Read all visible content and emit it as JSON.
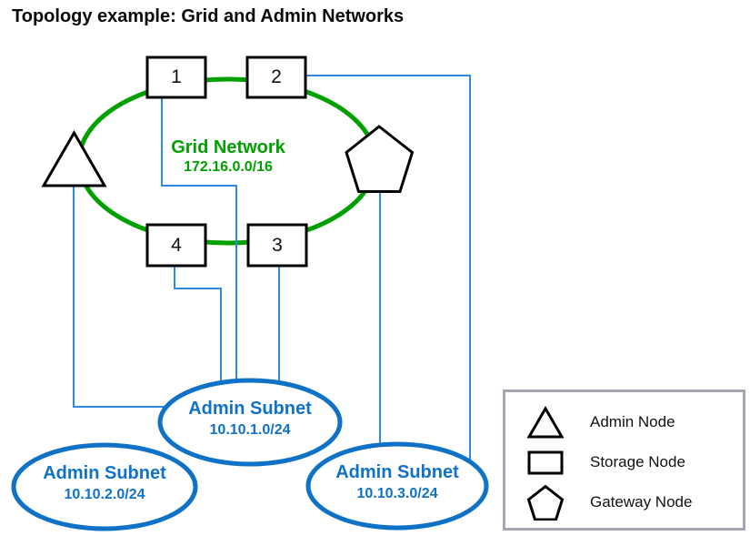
{
  "title": "Topology example: Grid and Admin Networks",
  "colors": {
    "grid_green": "#00A000",
    "connector_blue": "#2E8AE0",
    "subnet_blue": "#1072C6",
    "node_stroke": "#000000",
    "legend_border": "#A7A7B3"
  },
  "grid": {
    "label": "Grid Network",
    "cidr": "172.16.0.0/16"
  },
  "storage_nodes": [
    {
      "label": "1"
    },
    {
      "label": "2"
    },
    {
      "label": "3"
    },
    {
      "label": "4"
    }
  ],
  "admin_subnets": [
    {
      "label": "Admin Subnet",
      "cidr": "10.10.1.0/24"
    },
    {
      "label": "Admin Subnet",
      "cidr": "10.10.2.0/24"
    },
    {
      "label": "Admin Subnet",
      "cidr": "10.10.3.0/24"
    }
  ],
  "connections": [
    {
      "from": "admin-node",
      "to": "admin-subnet-1"
    },
    {
      "from": "storage-node-1",
      "to": "admin-subnet-1"
    },
    {
      "from": "storage-node-4",
      "to": "admin-subnet-1"
    },
    {
      "from": "storage-node-3",
      "to": "admin-subnet-1"
    },
    {
      "from": "storage-node-2",
      "to": "admin-subnet-3"
    },
    {
      "from": "gateway-node",
      "to": "admin-subnet-3"
    }
  ],
  "legend": {
    "items": [
      {
        "icon": "triangle-icon",
        "label": "Admin Node"
      },
      {
        "icon": "rectangle-icon",
        "label": "Storage Node"
      },
      {
        "icon": "pentagon-icon",
        "label": "Gateway Node"
      }
    ]
  }
}
